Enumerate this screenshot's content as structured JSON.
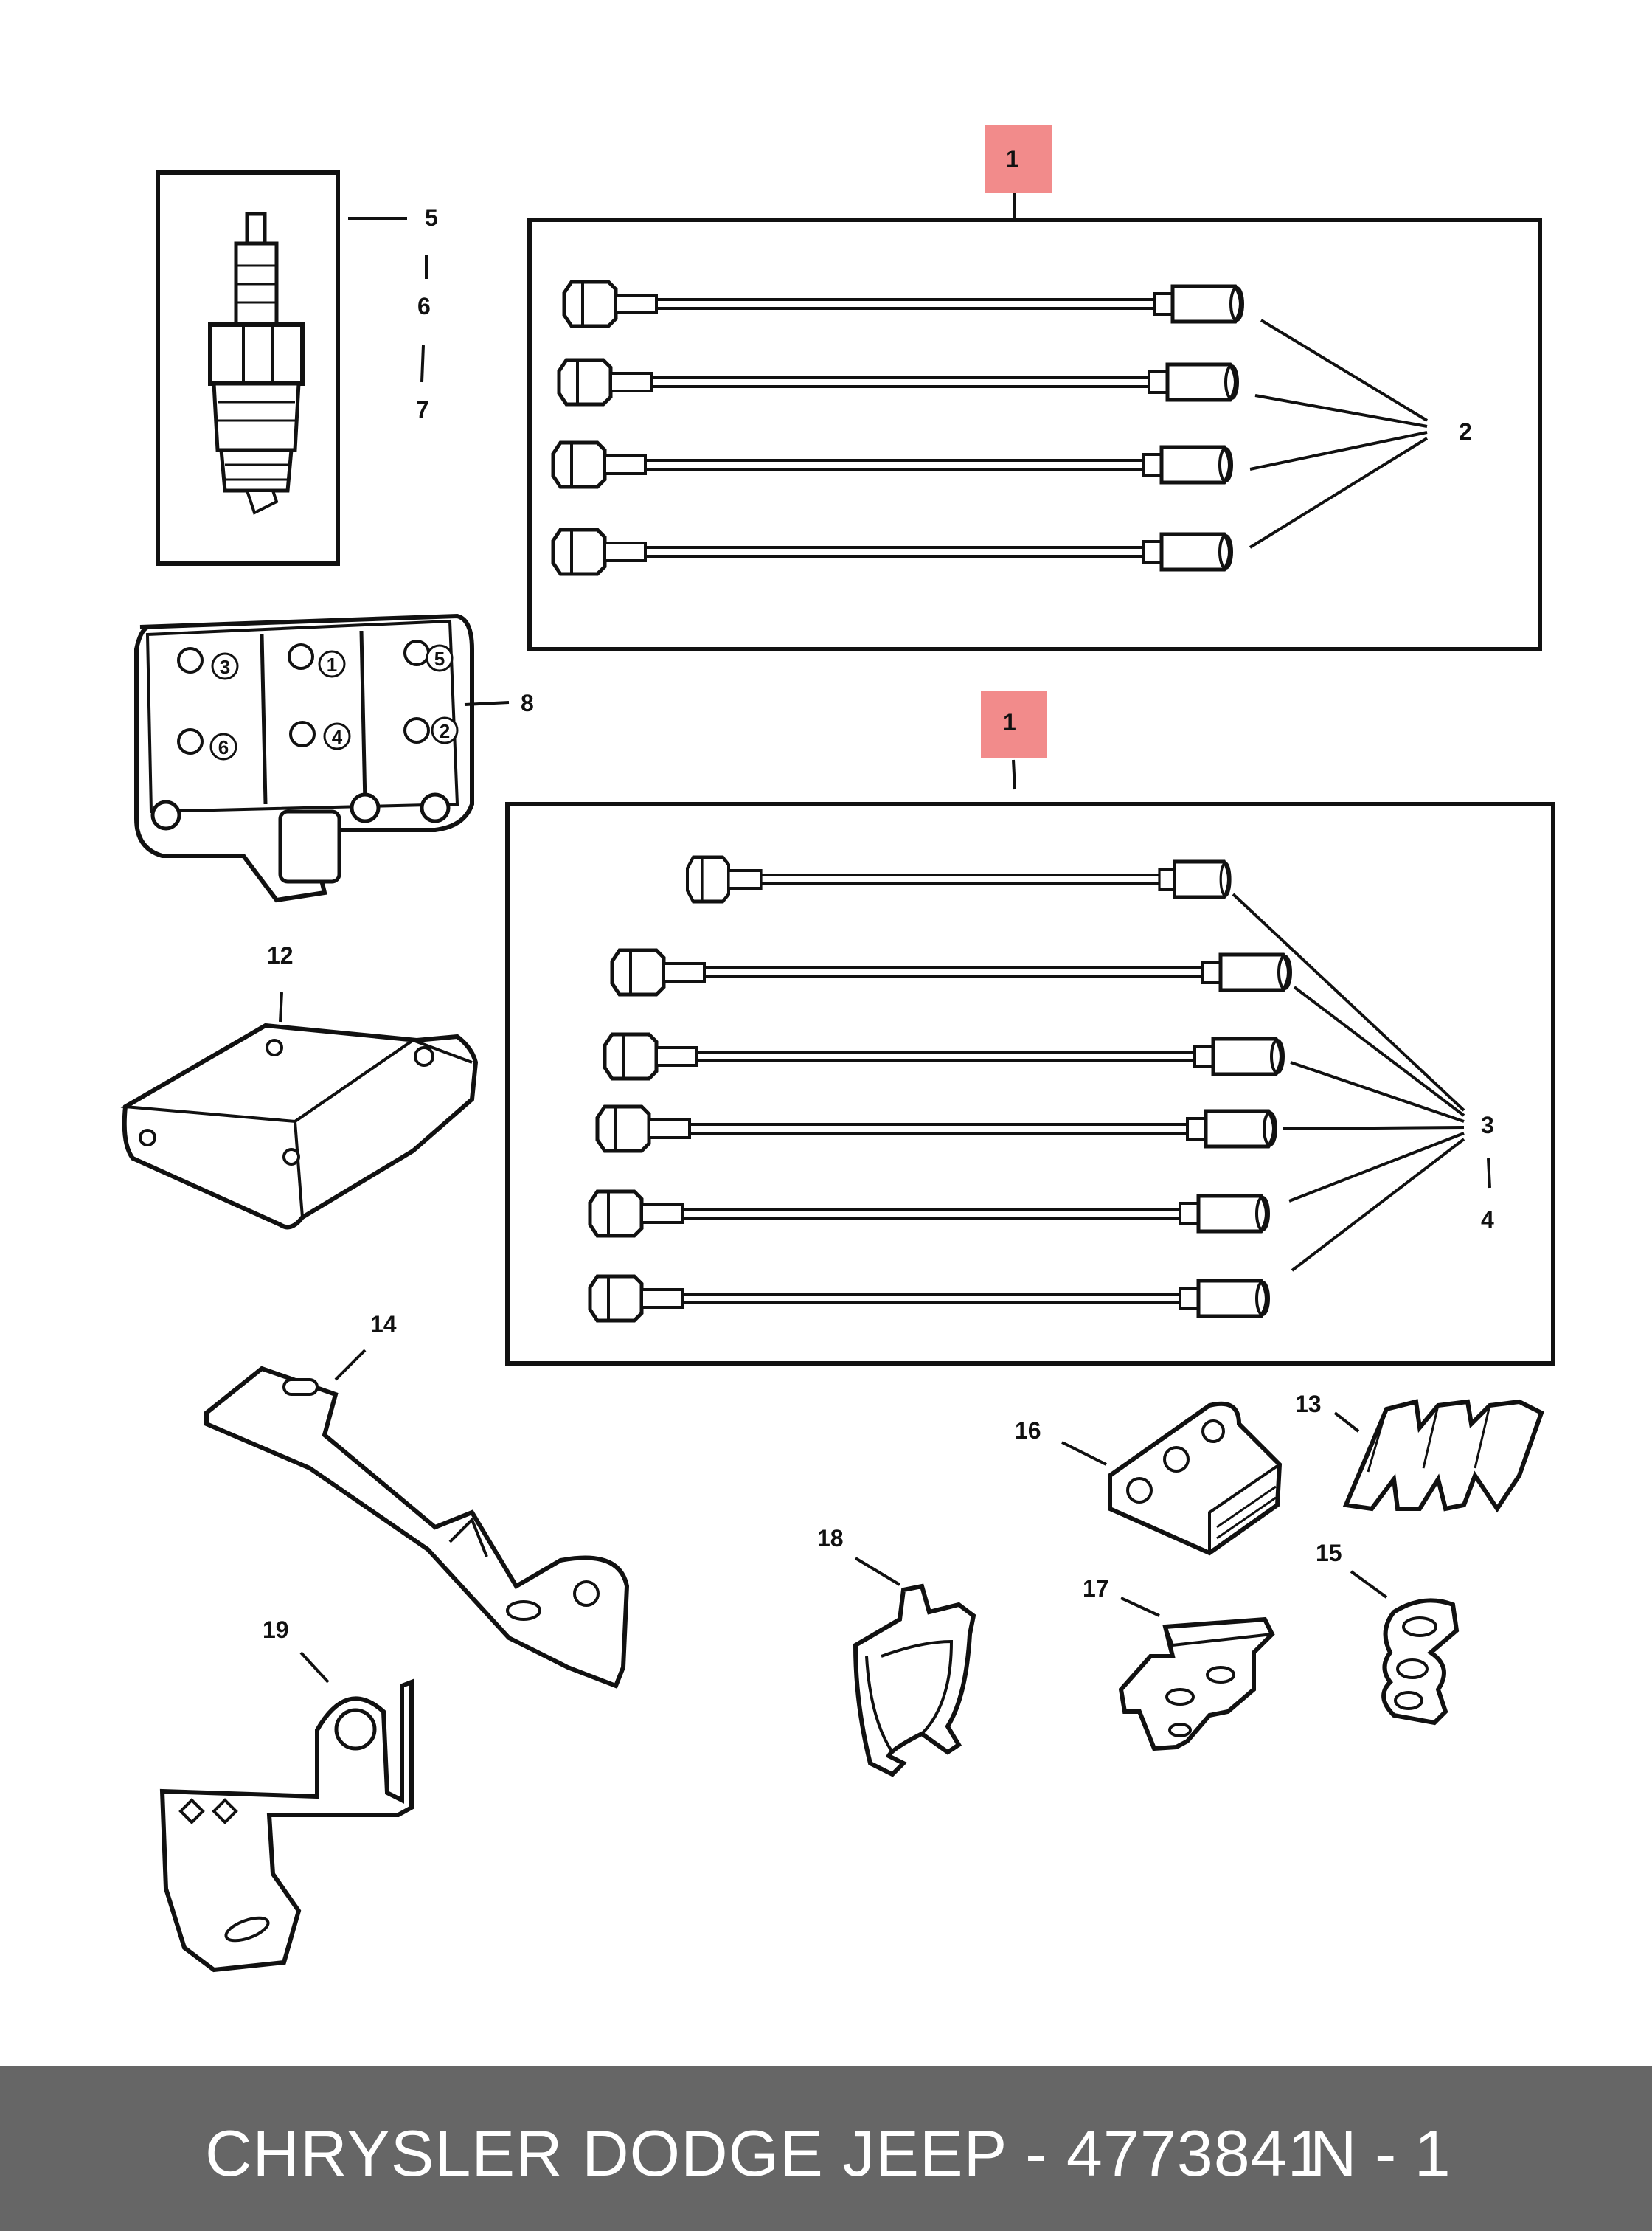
{
  "footer": {
    "brand_line": "CHRYSLER DODGE JEEP - 4773841",
    "page_ref": "N - 1"
  },
  "colors": {
    "highlight": "#f28b8b",
    "footer_bg": "#666666",
    "line": "#111111"
  },
  "callouts": {
    "c1a": "1",
    "c1b": "1",
    "c2": "2",
    "c3": "3",
    "c4": "4",
    "c5": "5",
    "c6": "6",
    "c7": "7",
    "c8": "8",
    "c12": "12",
    "c13": "13",
    "c14": "14",
    "c15": "15",
    "c16": "16",
    "c17": "17",
    "c18": "18",
    "c19": "19"
  },
  "coil_markings": {
    "m1": "1",
    "m2": "2",
    "m3": "3",
    "m4": "4",
    "m5": "5",
    "m6": "6"
  }
}
